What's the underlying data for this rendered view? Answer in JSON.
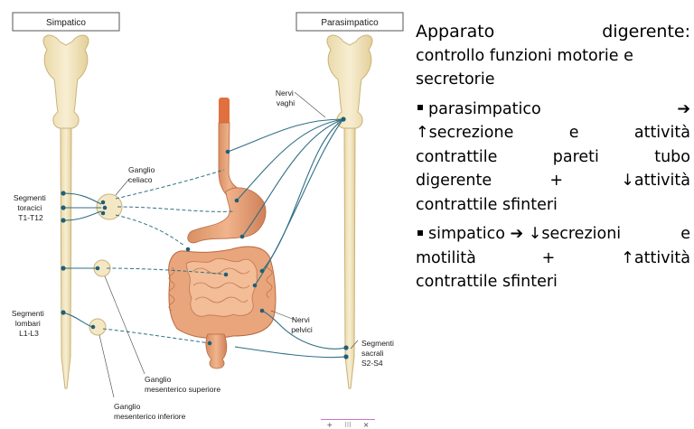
{
  "diagram": {
    "box_left": "Simpatico",
    "box_right": "Parasimpatico",
    "labels": {
      "segmenti_toracici": [
        "Segmenti",
        "toracici",
        "T1-T12"
      ],
      "segmenti_lombari": [
        "Segmenti",
        "lombari",
        "L1-L3"
      ],
      "ganglio_celiaco": [
        "Ganglio",
        "celiaco"
      ],
      "ganglio_mes_sup": [
        "Ganglio",
        "mesenterico superiore"
      ],
      "ganglio_mes_inf": [
        "Ganglio",
        "mesenterico inferiore"
      ],
      "nervi_vaghi": [
        "Nervi",
        "vaghi"
      ],
      "nervi_pelvici": [
        "Nervi",
        "pelvici"
      ],
      "segmenti_sacrali": [
        "Segmenti",
        "sacrali",
        "S2-S4"
      ]
    }
  },
  "text": {
    "title_words": [
      "Apparato",
      "digerente:"
    ],
    "line2": "controllo funzioni motorie e",
    "line3": "secretorie",
    "para_words": [
      "parasimpatico",
      "➔"
    ],
    "para_l2": [
      "↑secrezione",
      "e",
      "attività"
    ],
    "para_l3": [
      "contrattile",
      "pareti",
      "tubo"
    ],
    "para_l4": [
      "digerente",
      "+",
      "↓attività"
    ],
    "para_l5": "contrattile sfinteri",
    "simp_words": [
      "simpatico ➔ ↓secrezioni",
      "e"
    ],
    "simp_l2": [
      "motilità",
      "+",
      "↑attività"
    ],
    "simp_l3": "contrattile sfinteri"
  },
  "toolbar": {
    "plus": "+",
    "grid": "⁝⁝⁝",
    "close": "×"
  }
}
